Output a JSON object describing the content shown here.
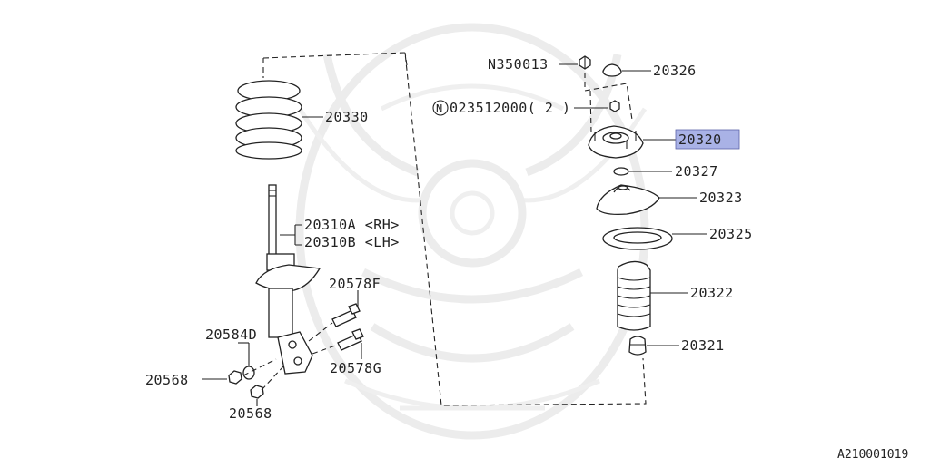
{
  "diagram": {
    "labels": {
      "nut_top": "N350013",
      "cap": "20326",
      "nut_note": "023512000( 2 )",
      "nut_note_symbol": "N",
      "strut_mount": "20320",
      "bushing": "20327",
      "spring_seat": "20323",
      "rubber_seat": "20325",
      "boot": "20322",
      "bump_stop": "20321",
      "coil_spring": "20330",
      "strut_rh": "20310A <RH>",
      "strut_lh": "20310B <LH>",
      "bolt_upper": "20578F",
      "bolt_lower": "20578G",
      "washer": "20584D",
      "nut_left": "20568",
      "nut_bottom": "20568"
    },
    "highlight_color": "#a9b2e6",
    "figure_code": "A210001019"
  }
}
